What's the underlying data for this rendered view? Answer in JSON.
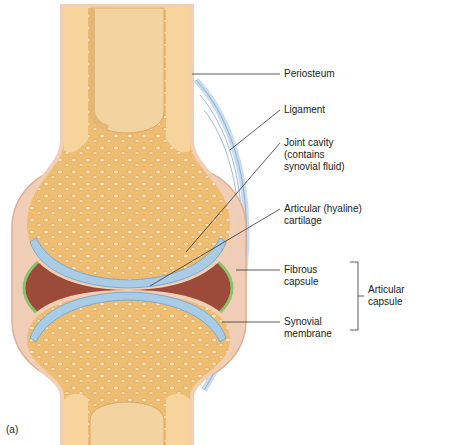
{
  "diagram": {
    "labels": [
      "Periosteum",
      "Ligament",
      "Joint cavity (contains synovial fluid)",
      "Articular (hyaline) cartilage",
      "Fibrous capsule",
      "Synovial membrane",
      "Articular capsule",
      "(a)"
    ]
  }
}
